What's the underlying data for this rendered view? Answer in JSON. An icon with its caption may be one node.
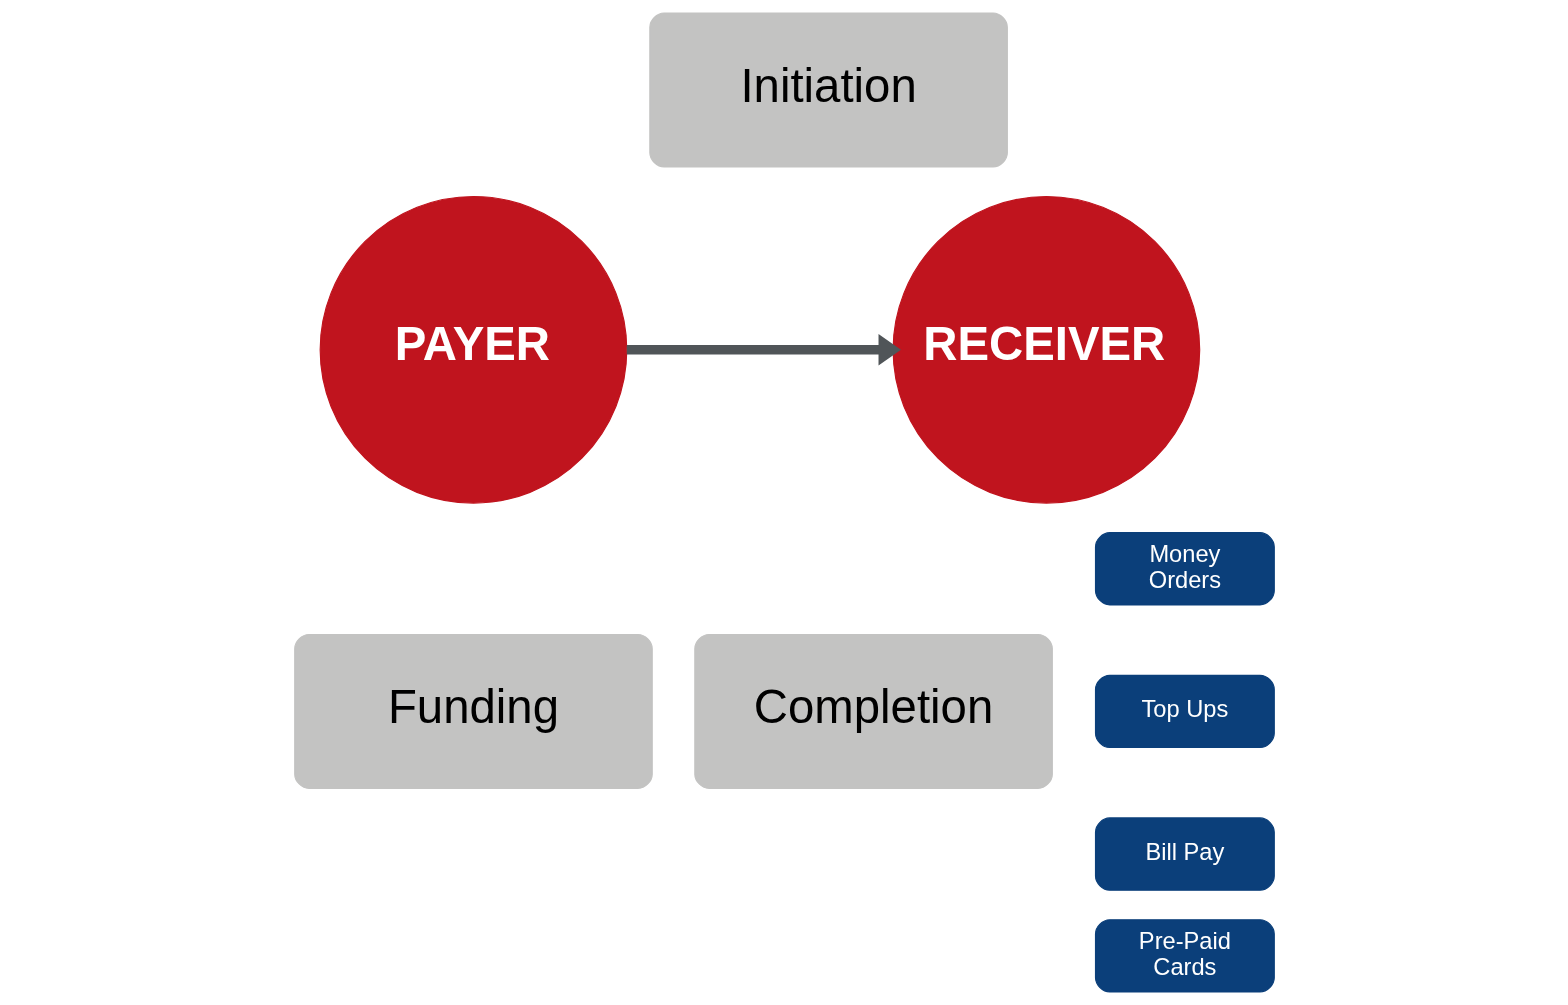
{
  "diagram": {
    "nodes": [
      {
        "text": [
          "Initiation"
        ]
      },
      {
        "text": [
          "PAYER"
        ]
      },
      {
        "text": [
          "RECEIVER"
        ]
      },
      {
        "text": [
          "Funding"
        ]
      },
      {
        "text": [
          "Completion"
        ]
      },
      {
        "text": [
          "Money Orders"
        ]
      },
      {
        "text": [
          "Top Ups"
        ]
      },
      {
        "text": [
          "Bill Pay"
        ]
      },
      {
        "text": [
          "Pre-Paid Cards"
        ]
      }
    ],
    "edges": [
      {
        "from": 1,
        "to": 2,
        "arrow": "to"
      }
    ]
  }
}
